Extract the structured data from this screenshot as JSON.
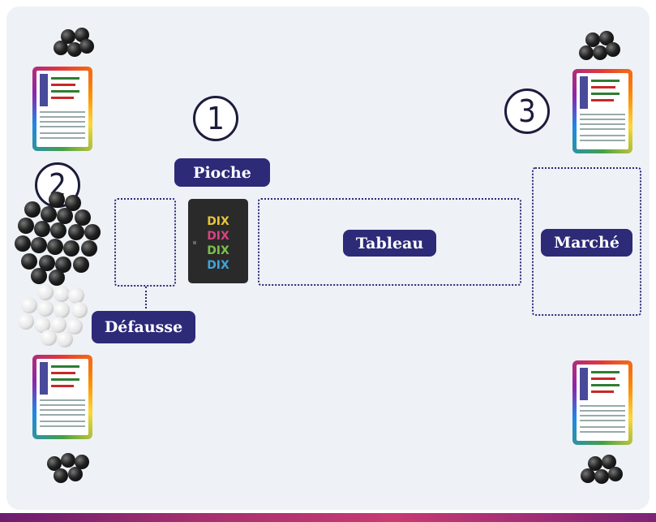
{
  "zones": {
    "pioche_label": "Pioche",
    "defausse_label": "Défausse",
    "tableau_label": "Tableau",
    "marche_label": "Marché"
  },
  "steps": [
    "1",
    "2",
    "3"
  ],
  "deck": {
    "title_words": [
      "DIX",
      "DIX",
      "DIX",
      "DIX"
    ]
  },
  "colors": {
    "accent": "#2d2a78",
    "board": "#eef1f6"
  }
}
